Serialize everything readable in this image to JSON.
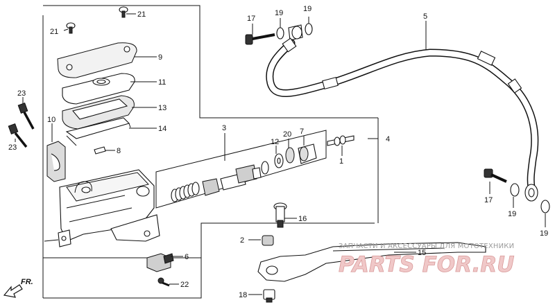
{
  "diagram": {
    "callouts": [
      "21",
      "21",
      "9",
      "11",
      "13",
      "14",
      "8",
      "10",
      "23",
      "23",
      "3",
      "4",
      "1",
      "7",
      "20",
      "12",
      "17",
      "19",
      "19",
      "5",
      "17",
      "19",
      "19",
      "16",
      "2",
      "15",
      "6",
      "22",
      "18"
    ]
  },
  "watermark": {
    "caption": "ЗАПЧАСТИ И АКСЕССУАРЫ ДЛЯ МОТОТЕХНИКИ",
    "brand": "PARTS FOR.RU"
  },
  "direction_marker": {
    "label": "FR."
  }
}
